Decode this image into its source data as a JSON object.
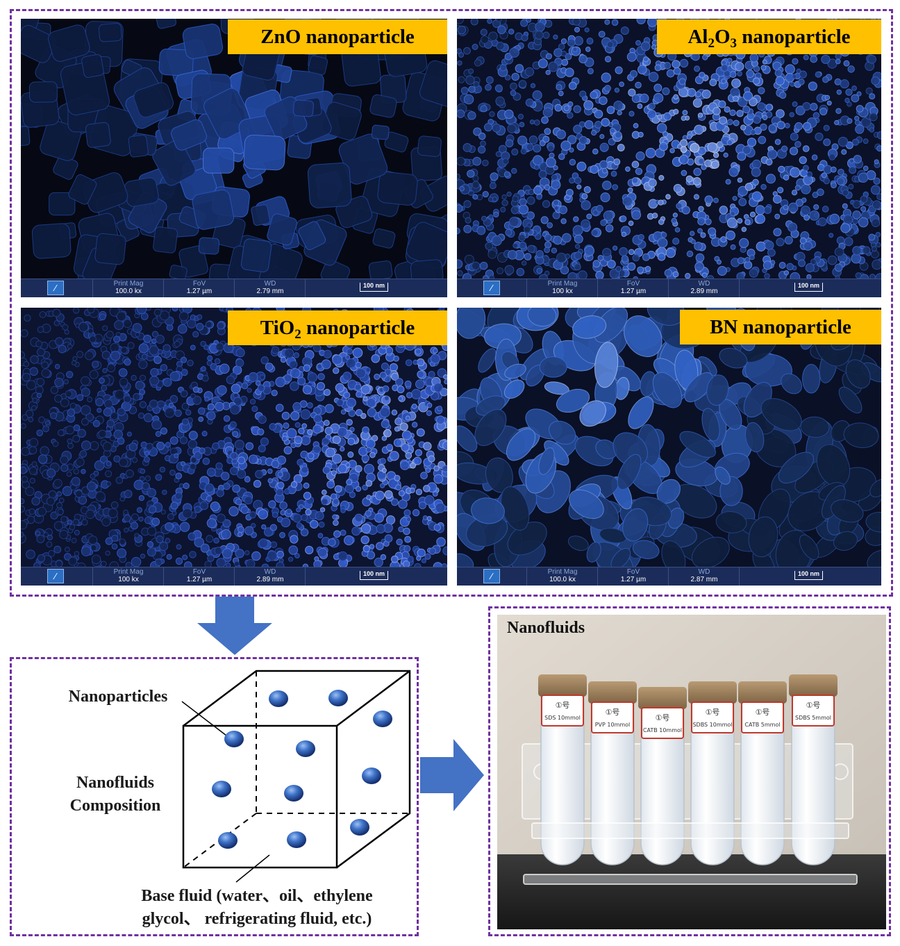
{
  "panels": [
    {
      "label_main": "ZnO nanoparticle",
      "label_parts": [
        "ZnO nanoparticle"
      ],
      "print_mag_key": "Print Mag",
      "print_mag": "100.0 kx",
      "fov_key": "FoV",
      "fov": "1.27 µm",
      "wd_key": "WD",
      "wd": "2.79 mm",
      "scale": "100 nm"
    },
    {
      "label_parts": [
        "Al",
        "2",
        "O",
        "3",
        " nanoparticle"
      ],
      "print_mag_key": "Print Mag",
      "print_mag": "100 kx",
      "fov_key": "FoV",
      "fov": "1.27 µm",
      "wd_key": "WD",
      "wd": "2.89 mm",
      "scale": "100 nm"
    },
    {
      "label_parts": [
        "TiO",
        "2",
        " nanoparticle"
      ],
      "print_mag_key": "Print Mag",
      "print_mag": "100 kx",
      "fov_key": "FoV",
      "fov": "1.27 µm",
      "wd_key": "WD",
      "wd": "2.89 mm",
      "scale": "100 nm"
    },
    {
      "label_parts": [
        "BN nanoparticle"
      ],
      "print_mag_key": "Print Mag",
      "print_mag": "100.0 kx",
      "fov_key": "FoV",
      "fov": "1.27 µm",
      "wd_key": "WD",
      "wd": "2.87 mm",
      "scale": "100 nm"
    }
  ],
  "diagram": {
    "nanoparticles_label": "Nanoparticles",
    "composition_line1": "Nanofluids",
    "composition_line2": "Composition",
    "base_fluid_line1": "Base fluid (water、oil、ethylene",
    "base_fluid_line2": "glycol、 refrigerating fluid, etc.)"
  },
  "photo": {
    "title": "Nanofluids",
    "tube_labels": [
      [
        "①号",
        "SDS 10mmol"
      ],
      [
        "①号",
        "PVP 10mmol"
      ],
      [
        "①号",
        "CATB 10mmol"
      ],
      [
        "①号",
        "SDBS 10mmol"
      ],
      [
        "①号",
        "CATB 5mmol"
      ],
      [
        "①号",
        "SDBS 5mmol"
      ]
    ]
  },
  "colors": {
    "border": "#7030a0",
    "label_bg": "#ffc000",
    "arrow": "#4472c4",
    "particle": "#2f5fb3"
  }
}
